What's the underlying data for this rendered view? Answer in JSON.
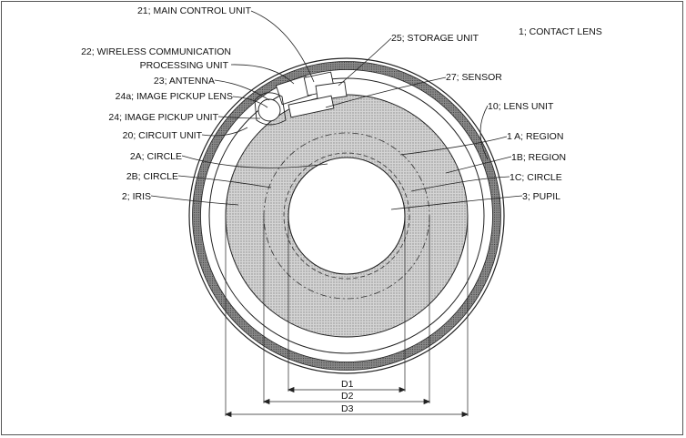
{
  "figure": {
    "labels": {
      "contact_lens": "1; CONTACT LENS",
      "main_control_unit": "21; MAIN CONTROL UNIT",
      "wireless_line1": "22; WIRELESS COMMUNICATION",
      "wireless_line2": "PROCESSING UNIT",
      "antenna": "23; ANTENNA",
      "image_pickup_lens": "24a; IMAGE PICKUP LENS",
      "image_pickup_unit": "24; IMAGE PICKUP UNIT",
      "circuit_unit": "20; CIRCUIT UNIT",
      "circle_2a": "2A; CIRCLE",
      "circle_2b": "2B; CIRCLE",
      "iris": "2; IRIS",
      "storage_unit": "25; STORAGE UNIT",
      "sensor": "27; SENSOR",
      "lens_unit": "10; LENS UNIT",
      "region_1a": "1 A; REGION",
      "region_1b": "1B; REGION",
      "circle_1c": "1C; CIRCLE",
      "pupil": "3; PUPIL"
    },
    "dimensions": {
      "d1": "D1",
      "d2": "D2",
      "d3": "D3"
    },
    "colors": {
      "line": "#222222",
      "lens_ring": "#7a7a7a",
      "iris_fill": "#c9c9c9",
      "background": "#ffffff"
    }
  }
}
